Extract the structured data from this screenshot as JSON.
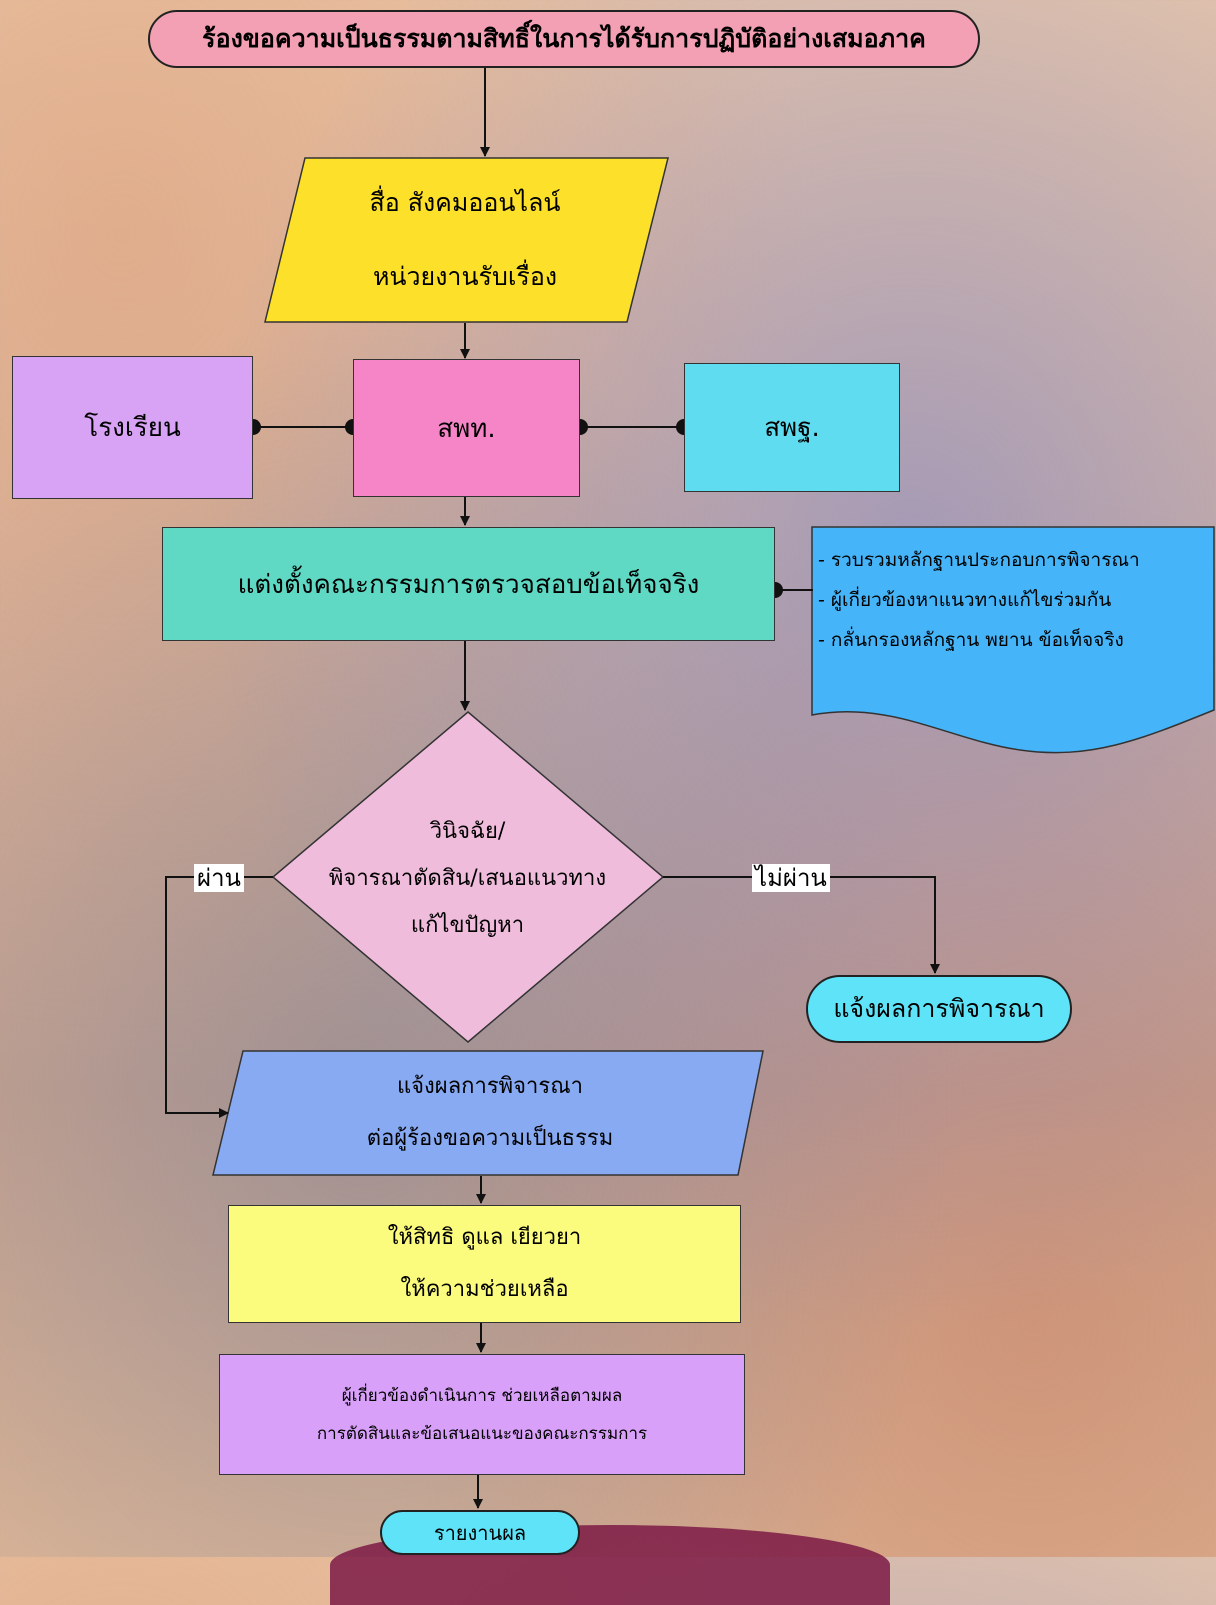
{
  "title": "ร้องขอความเป็นธรรมตามสิทธิ์ในการได้รับการปฏิบัติอย่างเสมอภาค",
  "channel": {
    "line1": "สื่อ สังคมออนไลน์",
    "line2": "หน่วยงานรับเรื่อง"
  },
  "left_org": "โรงเรียน",
  "center_org": "สพท.",
  "right_org": "สพฐ.",
  "committee": "แต่งตั้งคณะกรรมการตรวจสอบข้อเท็จจริง",
  "committee_notes": [
    "- รวบรวมหลักฐานประกอบการพิจารณา",
    "- ผู้เกี่ยวข้องหาแนวทางแก้ไขร่วมกัน",
    "- กลั่นกรองหลักฐาน พยาน ข้อเท็จจริง"
  ],
  "decision": {
    "line1": "วินิจฉัย/",
    "line2": "พิจารณาตัดสิน/เสนอแนวทาง",
    "line3": "แก้ไขปัญหา"
  },
  "pass_label": "ผ่าน",
  "fail_label": "ไม่ผ่าน",
  "fail_result": "แจ้งผลการพิจารณา",
  "notify": {
    "line1": "แจ้งผลการพิจารณา",
    "line2": "ต่อผู้ร้องขอความเป็นธรรม"
  },
  "support": {
    "line1": "ให้สิทธิ ดูแล เยียวยา",
    "line2": "ให้ความช่วยเหลือ"
  },
  "action": {
    "line1": "ผู้เกี่ยวข้องดำเนินการ ช่วยเหลือตามผล",
    "line2": "การตัดสินและข้อเสนอแนะของคณะกรรมการ"
  },
  "report": "รายงานผล",
  "colors": {
    "title_fill": "#f4a0b4",
    "channel_fill": "#fde02a",
    "school_fill": "#d8a2f5",
    "center_fill": "#f685c8",
    "right_fill": "#5fdcef",
    "committee_fill": "#5fd9c4",
    "note_fill": "#45b4f8",
    "decision_fill": "#f0bcdc",
    "fail_fill": "#5fe3f8",
    "notify_fill": "#87aaf2",
    "support_fill": "#fbfb7e",
    "action_fill": "#d8a0f8",
    "report_fill": "#5fe3f8"
  }
}
